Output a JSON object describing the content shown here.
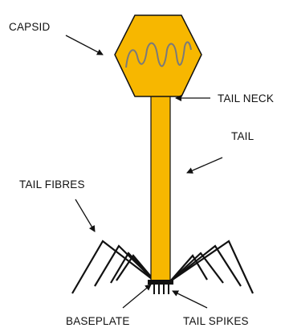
{
  "labels": {
    "capsid": "CAPSID",
    "tail_neck": "TAIL NECK",
    "tail": "TAIL",
    "tail_fibres": "TAIL FIBRES",
    "baseplate": "BASEPLATE",
    "tail_spikes": "TAIL SPIKES"
  },
  "colors": {
    "capsid_fill": "#f7b700",
    "tail_fill": "#f7b700",
    "outline": "#111111",
    "genome": "#7a7a7a",
    "label": "#111111"
  }
}
